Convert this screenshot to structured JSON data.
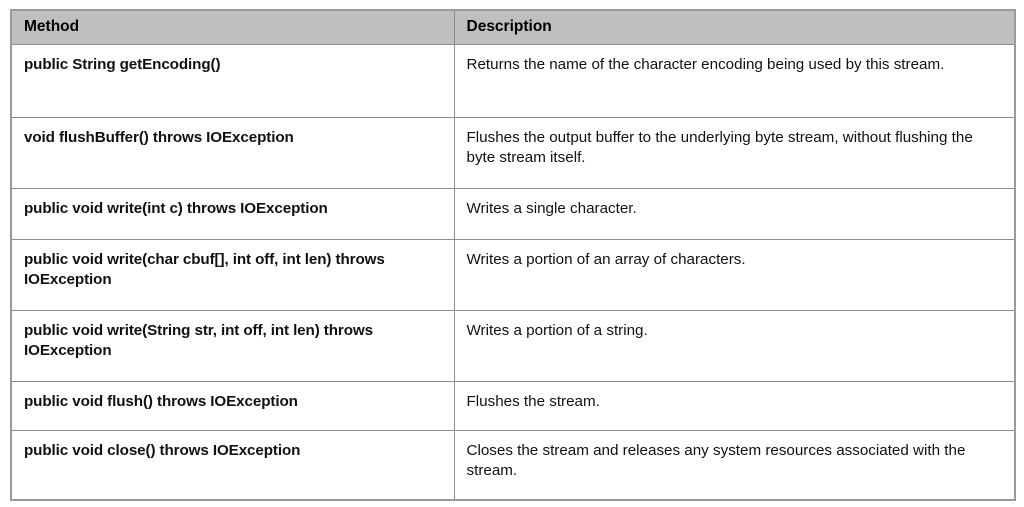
{
  "table": {
    "columns": [
      {
        "key": "method",
        "label": "Method"
      },
      {
        "key": "description",
        "label": "Description"
      }
    ],
    "rows": [
      {
        "method": "public String getEncoding()",
        "description": "Returns the name of the character encoding being used by this stream."
      },
      {
        "method": "void flushBuffer() throws IOException",
        "description": "Flushes the output buffer to the underlying byte stream, without flushing the byte stream itself."
      },
      {
        "method": "public void write(int c) throws IOException",
        "description": "Writes a single character."
      },
      {
        "method": "public void write(char cbuf[], int off, int len) throws IOException",
        "description": "Writes a portion of an array of characters."
      },
      {
        "method": "public void write(String str, int off, int len) throws IOException",
        "description": "Writes a portion of a string."
      },
      {
        "method": "public void flush() throws IOException",
        "description": "Flushes the stream."
      },
      {
        "method": "public void close() throws IOException",
        "description": "Closes the stream and releases any system resources associated with the stream."
      }
    ]
  },
  "colors": {
    "header_background": "#bfbfbf",
    "border": "#8d8d8d",
    "outer_border": "#9a9a9a",
    "body_background": "#ffffff",
    "text": "#111111"
  }
}
